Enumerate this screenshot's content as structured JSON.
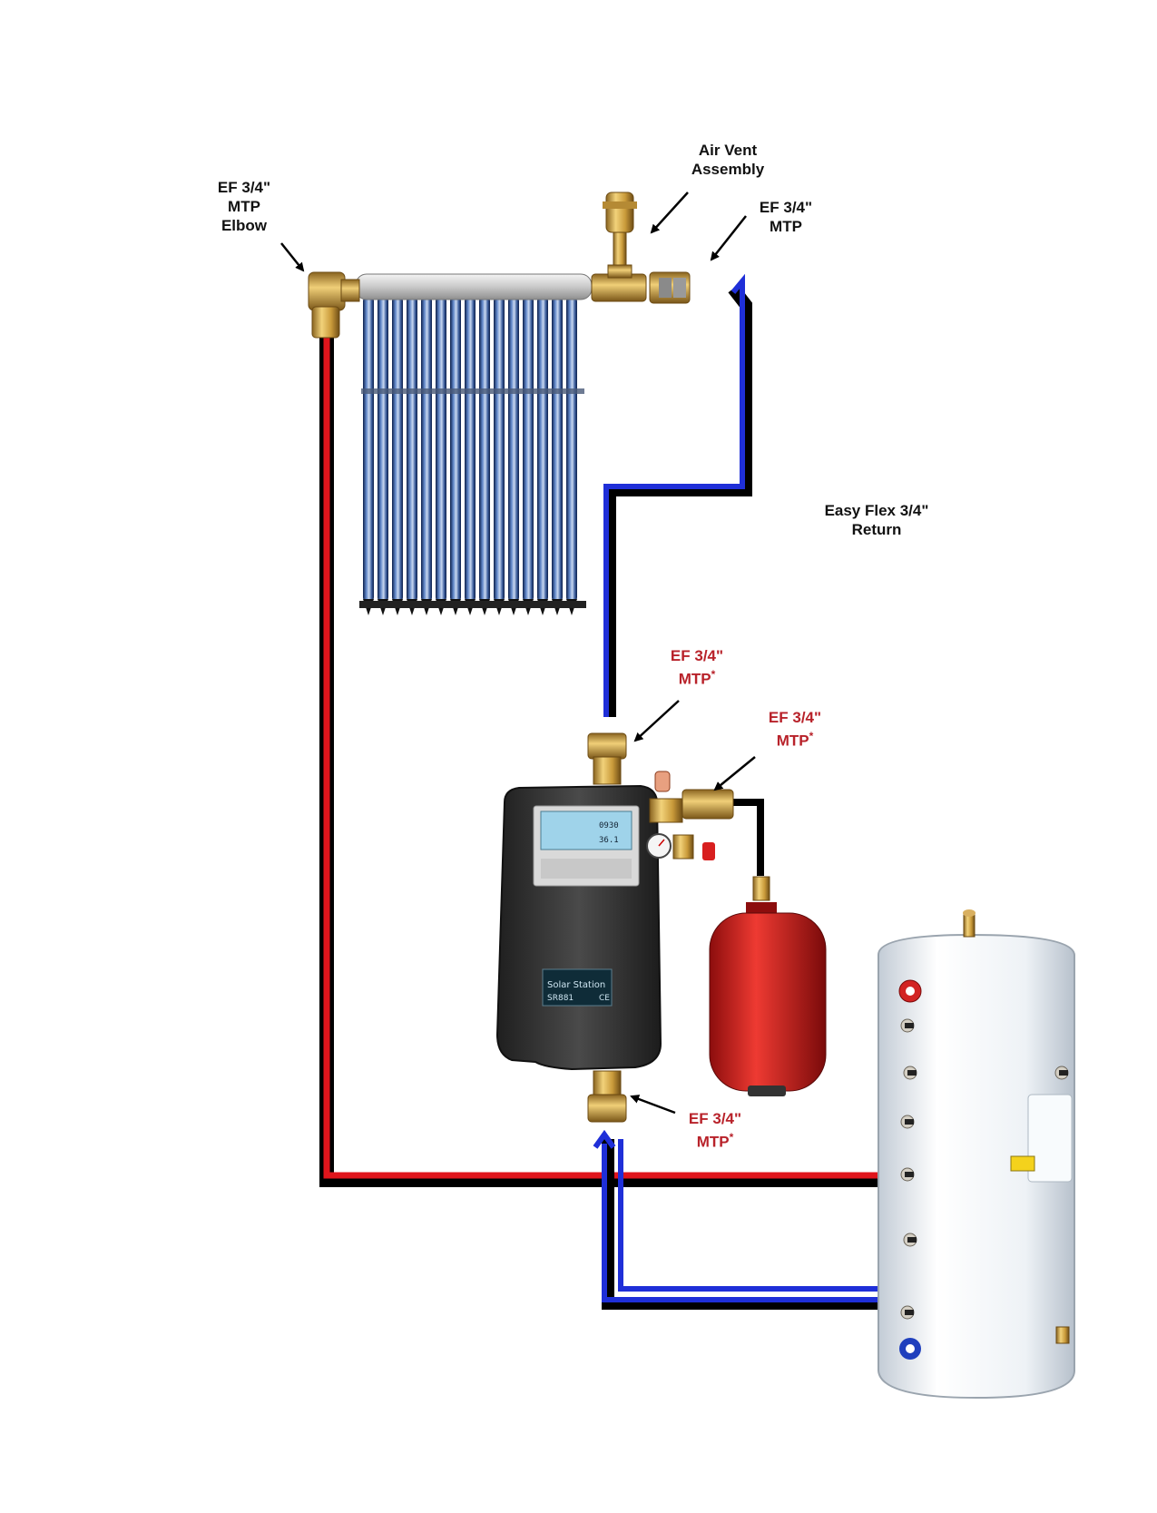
{
  "labels": {
    "elbow": {
      "l1": "EF 3/4\"",
      "l2": "MTP",
      "l3": "Elbow"
    },
    "air_vent": {
      "l1": "Air Vent",
      "l2": "Assembly"
    },
    "mtp_top": {
      "l1": "EF 3/4\"",
      "l2": "MTP"
    },
    "return": {
      "l1": "Easy Flex 3/4\"",
      "l2": "Return"
    },
    "mtp_station_top": {
      "l1": "EF 3/4\"",
      "l2": "MTP",
      "mark": "*"
    },
    "mtp_station_right": {
      "l1": "EF 3/4\"",
      "l2": "MTP",
      "mark": "*"
    },
    "mtp_station_bottom": {
      "l1": "EF 3/4\"",
      "l2": "MTP",
      "mark": "*"
    }
  },
  "solar_station": {
    "name": "Solar Station",
    "model": "SR881",
    "ce": "CE",
    "lcd_line1": "0930",
    "lcd_line2": "36.1"
  },
  "colors": {
    "supply_pipe": "#e0151c",
    "return_pipe": "#1f2fd8",
    "insulation": "#000000",
    "label_dark": "#111111",
    "label_red": "#b8222a",
    "brass": "#c8a040",
    "expansion_tank": "#d81f1f",
    "storage_tank": "#eef2f6"
  },
  "icons": [
    "elbow-fitting-icon",
    "air-vent-icon",
    "tee-fitting-icon",
    "mtp-fitting-icon",
    "solar-collector-icon",
    "pump-station-icon",
    "pressure-gauge-icon",
    "expansion-tank-icon",
    "storage-tank-icon",
    "arrow-icon"
  ]
}
